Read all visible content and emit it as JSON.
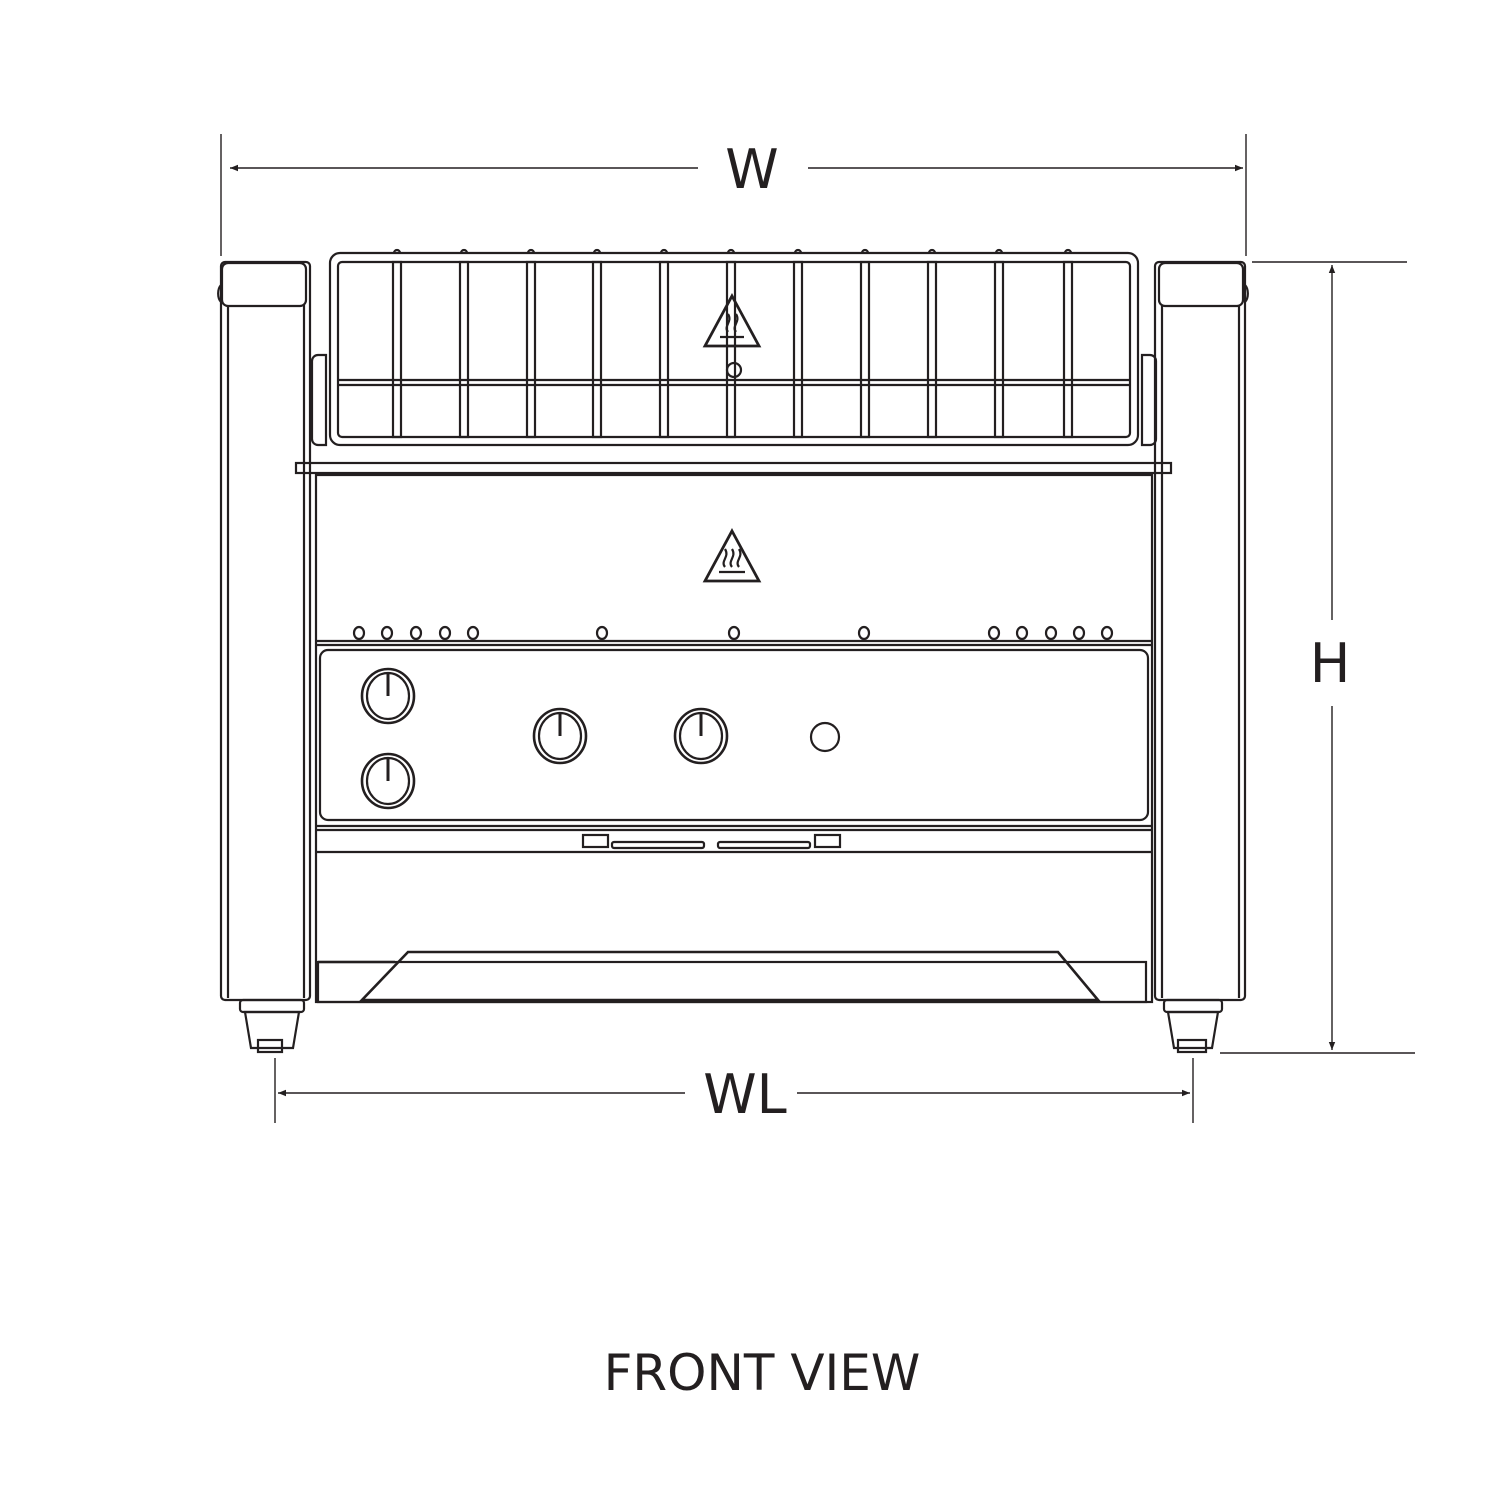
{
  "dimensions": {
    "width_label": "W",
    "height_label": "H",
    "leg_width_label": "WL"
  },
  "view_title": "FRONT VIEW",
  "colors": {
    "line": "#231f20",
    "background": "#ffffff"
  },
  "icons": [
    "hot-surface-warning-icon",
    "control-knob-icon",
    "indicator-light-icon"
  ]
}
